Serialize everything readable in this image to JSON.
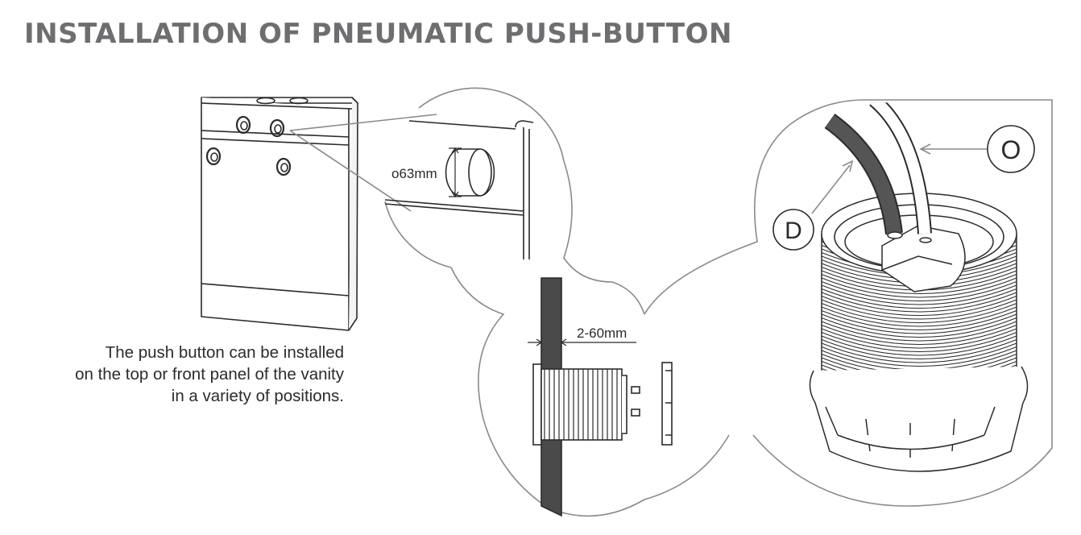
{
  "title": "INSTALLATION OF PNEUMATIC PUSH-BUTTON",
  "caption": {
    "line1": "The push button can be installed",
    "line2": "on the top or front panel of the vanity",
    "line3": "in a variety of positions."
  },
  "dimensions": {
    "hole_diameter": "o63mm",
    "panel_thickness": "2-60mm"
  },
  "hose_markers": {
    "dark_hose": "D",
    "light_hose": "O"
  },
  "colors": {
    "title": "#6e6e70",
    "line": "#2b2b2b",
    "callout": "#8a8a8a",
    "panel_dark": "#4a4a4a",
    "hose_dark": "#555555"
  }
}
